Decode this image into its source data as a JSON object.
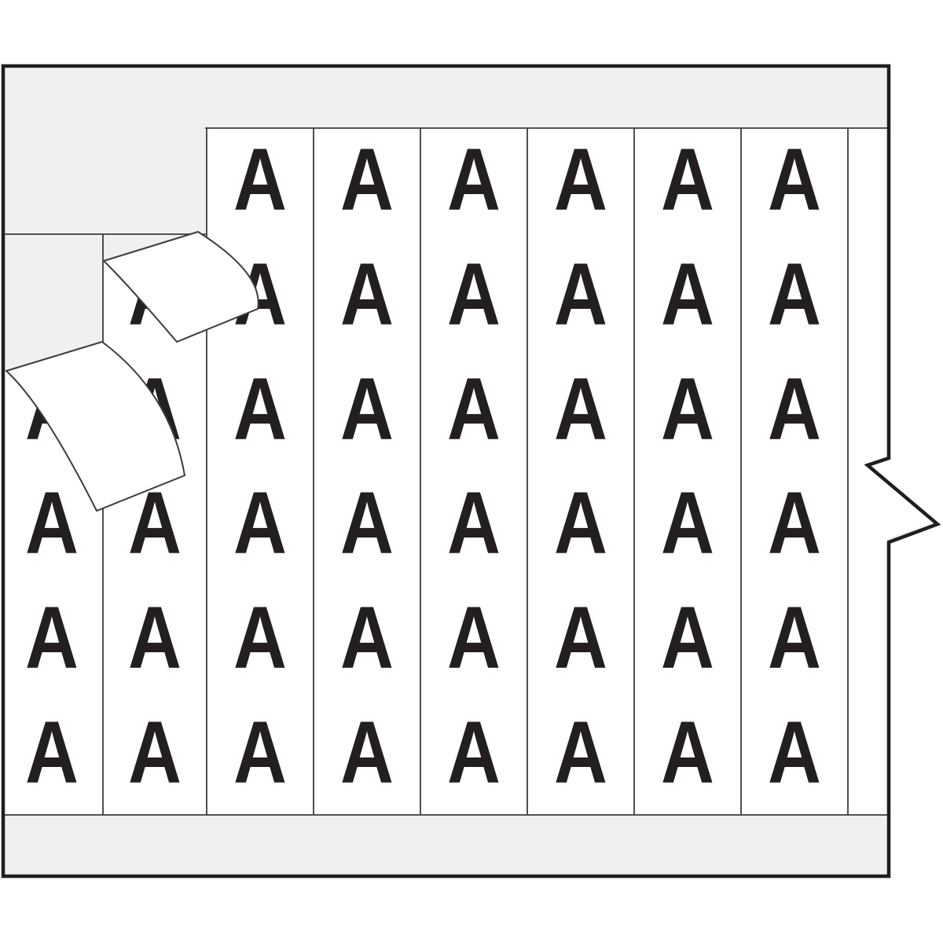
{
  "illustration": {
    "kind": "wire-marker-card",
    "marker_letter": "A",
    "visible_letter_count": 45,
    "peeling_labels": 2,
    "colors": {
      "background": "#ffffff",
      "card_gray": "#f0f0f1",
      "strip_white": "#ffffff",
      "outline_dark": "#1f1f1e",
      "thin_line": "#3c3c3b",
      "letter_color": "#231f20"
    },
    "grid": {
      "columns": 8,
      "rows": 6,
      "column_centers": [
        66,
        197,
        331,
        467,
        603,
        739,
        875,
        1011
      ],
      "row_baselines": [
        267,
        413,
        559,
        704,
        850,
        996
      ],
      "column_start_rows": [
        3,
        2,
        1,
        1,
        1,
        1,
        1,
        1
      ],
      "letter_scale_x": 0.84
    }
  }
}
